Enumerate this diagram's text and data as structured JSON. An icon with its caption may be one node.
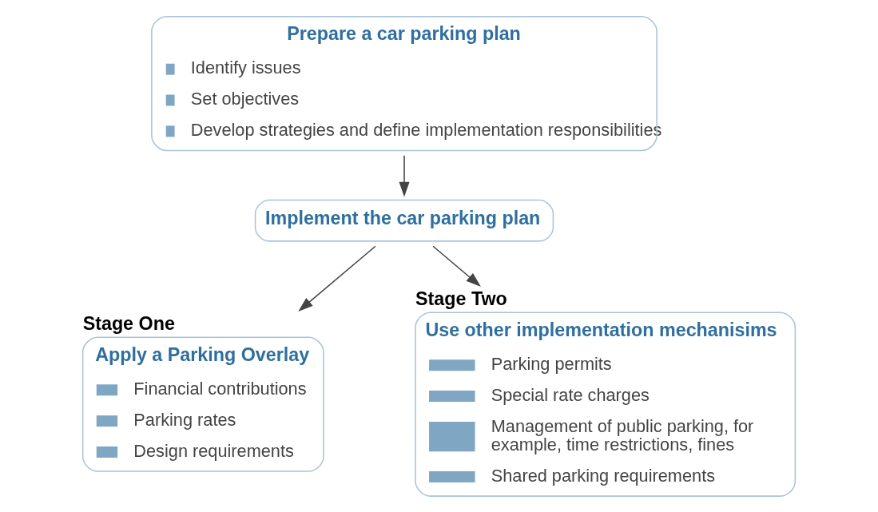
{
  "diagram": {
    "nodes": [
      {
        "text": [
          "Prepare a car parking plan",
          "Identify issues",
          "Set objectives",
          "Develop strategies and define implementation responsibilities"
        ]
      },
      {
        "text": [
          "Implement the car parking plan"
        ]
      },
      {
        "text": [
          "Stage One",
          "Apply a Parking Overlay",
          "Financial contributions",
          "Parking rates",
          "Design requirements"
        ]
      },
      {
        "text": [
          "Stage Two",
          "Use other implementation mechanisims",
          "Parking permits",
          "Special rate charges",
          "Management of public parking, for example, time restrictions, fines",
          "Shared parking requirements"
        ]
      }
    ],
    "edges": [
      {
        "from": 0,
        "to": 1,
        "arrow": "to"
      },
      {
        "from": 1,
        "to": 2,
        "arrow": "to"
      },
      {
        "from": 1,
        "to": 3,
        "arrow": "to"
      }
    ]
  }
}
